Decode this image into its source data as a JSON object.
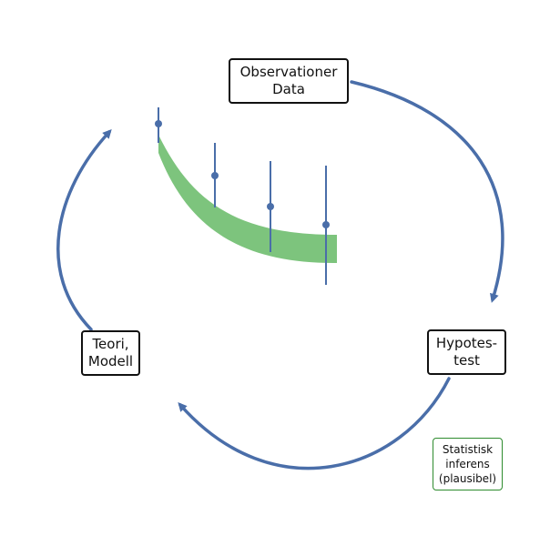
{
  "nodes": {
    "observation": {
      "line1": "Observationer",
      "line2": "Data"
    },
    "hypothesis": {
      "line1": "Hypotes-",
      "line2": "test"
    },
    "theory": {
      "line1": "Teori,",
      "line2": "Modell"
    }
  },
  "note": {
    "line1": "Statistisk",
    "line2": "inferens",
    "line3": "(plausibel)"
  },
  "colors": {
    "arrow": "#4a6ea9",
    "band": "#7dc47d",
    "note_border": "#2e8b2e",
    "node_border": "#111111"
  }
}
